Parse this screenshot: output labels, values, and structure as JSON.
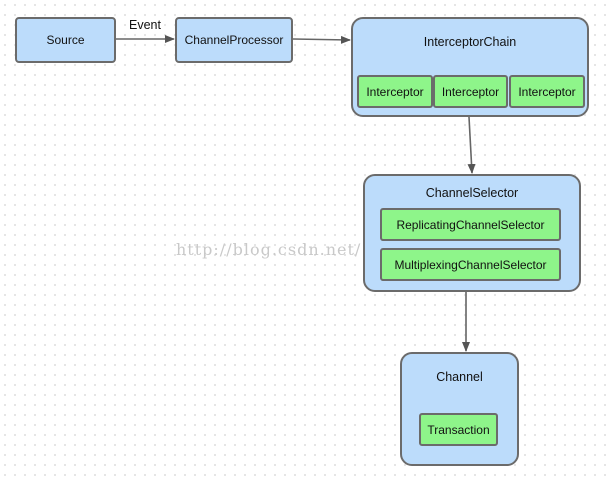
{
  "nodes": {
    "source": "Source",
    "channel_processor": "ChannelProcessor",
    "interceptor_chain": {
      "title": "InterceptorChain",
      "items": [
        "Interceptor",
        "Interceptor",
        "Interceptor"
      ]
    },
    "channel_selector": {
      "title": "ChannelSelector",
      "items": [
        "ReplicatingChannelSelector",
        "MultiplexingChannelSelector"
      ]
    },
    "channel": {
      "title": "Channel",
      "items": [
        "Transaction"
      ]
    }
  },
  "edges": [
    {
      "from": "source",
      "to": "channel_processor",
      "label": "Event"
    },
    {
      "from": "channel_processor",
      "to": "interceptor_chain",
      "label": ""
    },
    {
      "from": "interceptor_chain",
      "to": "channel_selector",
      "label": ""
    },
    {
      "from": "channel_selector",
      "to": "channel",
      "label": ""
    }
  ],
  "watermark": "http://blog.csdn.net/"
}
